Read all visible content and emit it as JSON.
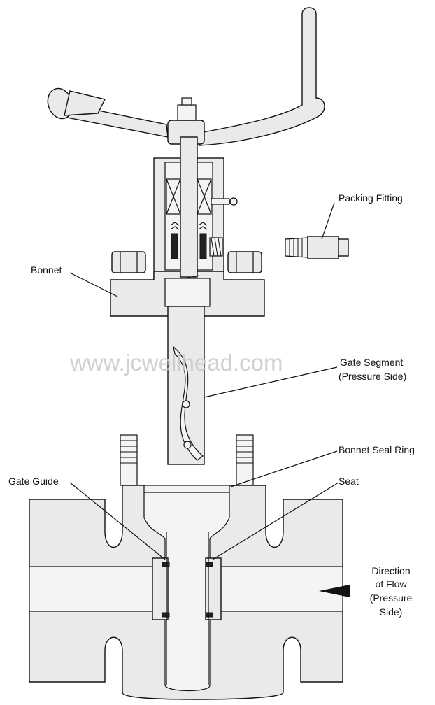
{
  "labels": {
    "packing_fitting": "Packing Fitting",
    "bonnet": "Bonnet",
    "gate_segment_1": "Gate Segment",
    "gate_segment_2": "(Pressure Side)",
    "bonnet_seal_ring": "Bonnet Seal Ring",
    "gate_guide": "Gate Guide",
    "seat": "Seat",
    "direction_1": "Direction",
    "direction_2": "of Flow",
    "direction_3": "(Pressure",
    "direction_4": "Side)"
  },
  "watermark": "www.jcwellhead.com",
  "colors": {
    "line": "#111111",
    "fill": "#eaeaea",
    "watermark": "#c9c9c9"
  }
}
